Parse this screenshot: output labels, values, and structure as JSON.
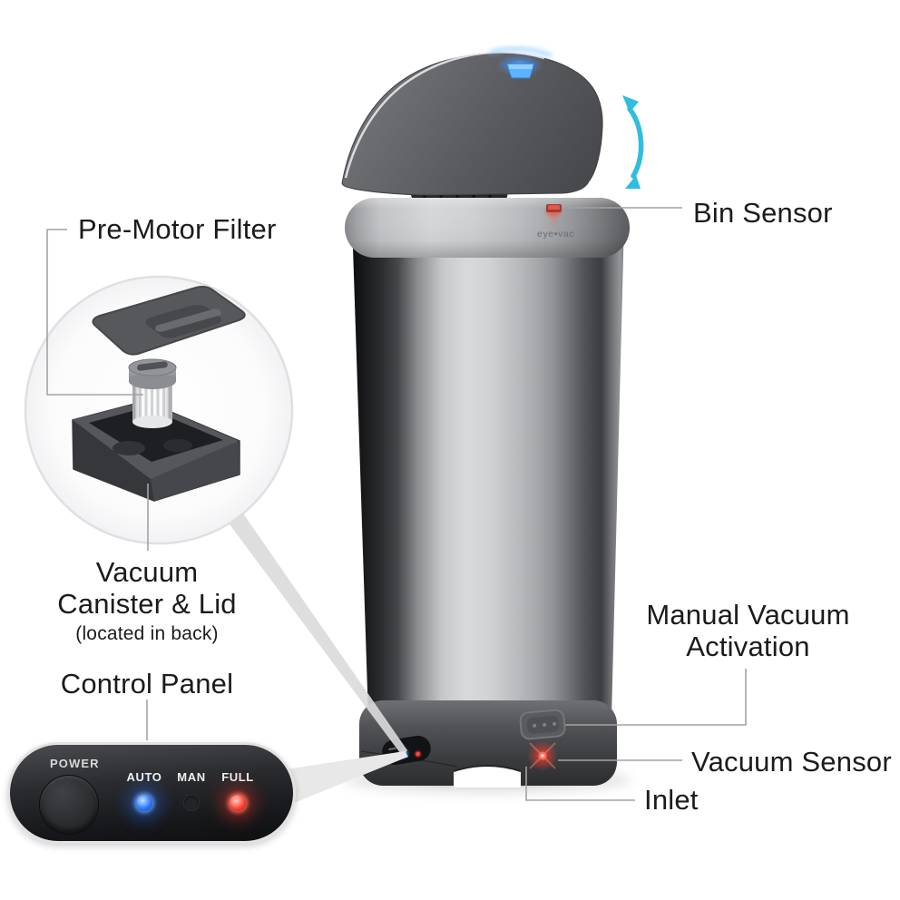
{
  "callouts": {
    "pre_motor_filter": {
      "label": "Pre-Motor Filter"
    },
    "bin_sensor": {
      "label": "Bin Sensor"
    },
    "vacuum_canister": {
      "line1": "Vacuum",
      "line2": "Canister & Lid",
      "note": "(located in back)"
    },
    "control_panel": {
      "label": "Control Panel"
    },
    "manual_vacuum": {
      "line1": "Manual Vacuum",
      "line2": "Activation"
    },
    "vacuum_sensor": {
      "label": "Vacuum Sensor"
    },
    "inlet": {
      "label": "Inlet"
    }
  },
  "product": {
    "brand": "eye▪vac",
    "panel": {
      "power": "POWER",
      "modes": [
        {
          "label": "AUTO",
          "state": "on",
          "color": "#2f7bff"
        },
        {
          "label": "MAN",
          "state": "off",
          "color": "#232428"
        },
        {
          "label": "FULL",
          "state": "on",
          "color": "#ff3226"
        }
      ]
    }
  },
  "colors": {
    "background": "#ffffff",
    "accent_arrow": "#31bddf",
    "led_blue": "#2f7bff",
    "led_red": "#ff3226",
    "steel_light": "#d8d9db",
    "steel_dark": "#3c3d40",
    "lid_gray": "#5a5b5f",
    "callout_line": "#a3a3a3"
  }
}
